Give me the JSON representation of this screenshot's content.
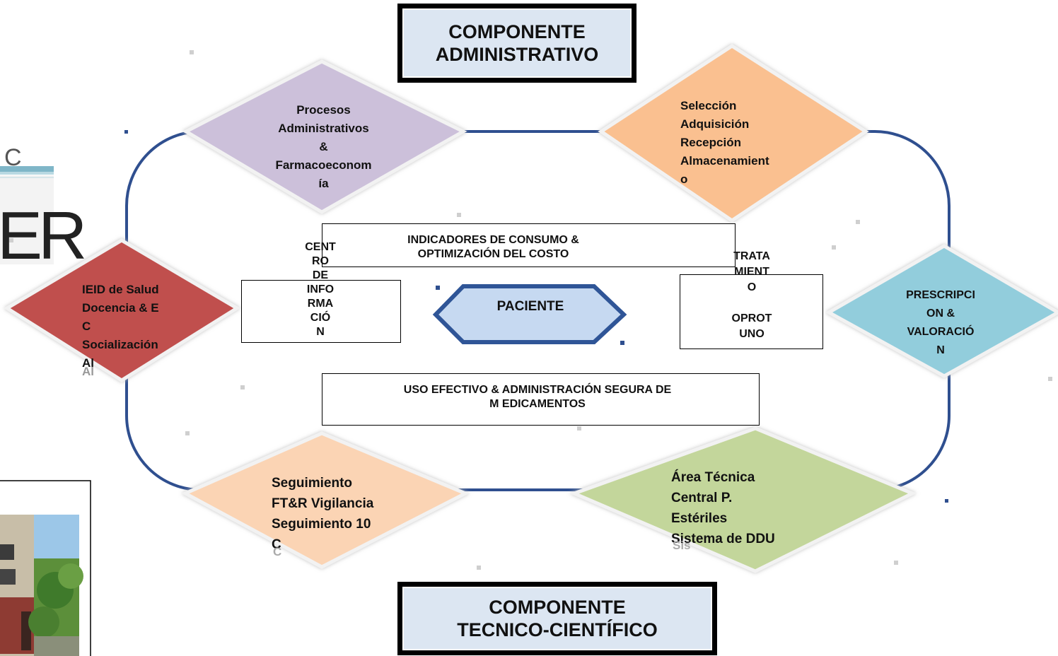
{
  "headers": {
    "top": "COMPONENTE\nADMINISTRATIVO",
    "bottom": "COMPONENTE\nTECNICO-CIENTÍFICO"
  },
  "diamonds": {
    "procesos": "Procesos\nAdministrativos\n&\nFarmacoeconom\nía",
    "seleccion": "Selección\nAdquisición\nRecepción\nAlmacenamient\no",
    "ieid": "IEID de Salud\nDocencia & E\nC\nSocialización\nAl",
    "ieid_echo": "Al",
    "prescripcion": "PRESCRIPCI\nON &\nVALORACIÓ\nN",
    "seguimiento": "Seguimiento\nFT&R Vigilancia\nSeguimiento 10\nC",
    "seguimiento_echo": "C",
    "area": "Área Técnica\nCentral P.\nEstériles\nSistema de DDU",
    "area_echo": "Sis"
  },
  "boxes": {
    "indicadores": "INDICADORES DE CONSUMO  &\nOPTIMIZACIÓN DEL COSTO",
    "centro": "CENT\nRO\nDE\nINFO\nRMA\nCIÓ\nN",
    "tratamiento": "TRATA\nMIENT\nO\n\nOPROT\nUNO",
    "uso": "USO  EFECTIVO  &  ADMINISTRACIÓN SEGURA DE\nM EDICAMENTOS"
  },
  "center": {
    "paciente": "PACIENTE"
  },
  "side_fragments": {
    "logo_letters": "C\nER"
  },
  "colors": {
    "ring": "#2f4f8f",
    "procesos": "#ccc0da",
    "seleccion": "#fac090",
    "ieid": "#c0504d",
    "prescripcion": "#92cddc",
    "seguimiento": "#fbd4b4",
    "area": "#c3d69b",
    "paciente_fill": "#c6d9f1",
    "paciente_border": "#2f5597",
    "header_fill": "#dce6f2"
  }
}
